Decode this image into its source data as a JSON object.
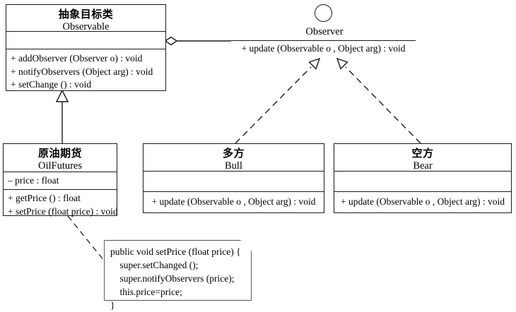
{
  "diagram": {
    "title": "Observer Pattern UML Class Diagram",
    "background_color": "#ffffff",
    "line_color": "#1a1a1a"
  },
  "classes": {
    "observable": {
      "name_cn": "抽象目标类",
      "name_en": "Observable",
      "attributes": [],
      "operations": [
        "+ addObserver (Observer o) : void",
        "+ notifyObservers (Object arg) : void",
        "+ setChange () : void"
      ]
    },
    "oilfutures": {
      "name_cn": "原油期货",
      "name_en": "OilFutures",
      "attributes": [
        "– price : float"
      ],
      "operations": [
        "+ getPrice () : float",
        "+ setPrice (float price) : void"
      ]
    },
    "bull": {
      "name_cn": "多方",
      "name_en": "Bull",
      "attributes": [],
      "operations": [
        "+ update (Observable o , Object arg) : void"
      ]
    },
    "bear": {
      "name_cn": "空方",
      "name_en": "Bear",
      "attributes": [],
      "operations": [
        "+ update (Observable o , Object arg) : void"
      ]
    }
  },
  "interface": {
    "name": "Observer",
    "operation": "+ update (Observable o , Object arg) : void",
    "notation": "lollipop-circle"
  },
  "note": {
    "lines": [
      "public void setPrice (float price) {",
      "    super.setChanged ();",
      "    super.notifyObservers (price);",
      "    this.price=price;",
      "}"
    ],
    "text": "public void setPrice (float price) {\n    super.setChanged ();\n    super.notifyObservers (price);\n    this.price=price;\n}"
  },
  "relationships": [
    {
      "kind": "aggregation",
      "from": "observable",
      "to": "observer-interface",
      "style": "solid",
      "end_marker": "hollow-diamond"
    },
    {
      "kind": "generalization",
      "from": "oilfutures",
      "to": "observable",
      "style": "solid",
      "end_marker": "hollow-triangle"
    },
    {
      "kind": "realization",
      "from": "bull",
      "to": "observer-interface",
      "style": "dashed",
      "end_marker": "hollow-triangle"
    },
    {
      "kind": "realization",
      "from": "bear",
      "to": "observer-interface",
      "style": "dashed",
      "end_marker": "hollow-triangle"
    },
    {
      "kind": "note-anchor",
      "from": "oilfutures",
      "to": "code-note",
      "style": "dashed",
      "end_marker": "none"
    }
  ]
}
